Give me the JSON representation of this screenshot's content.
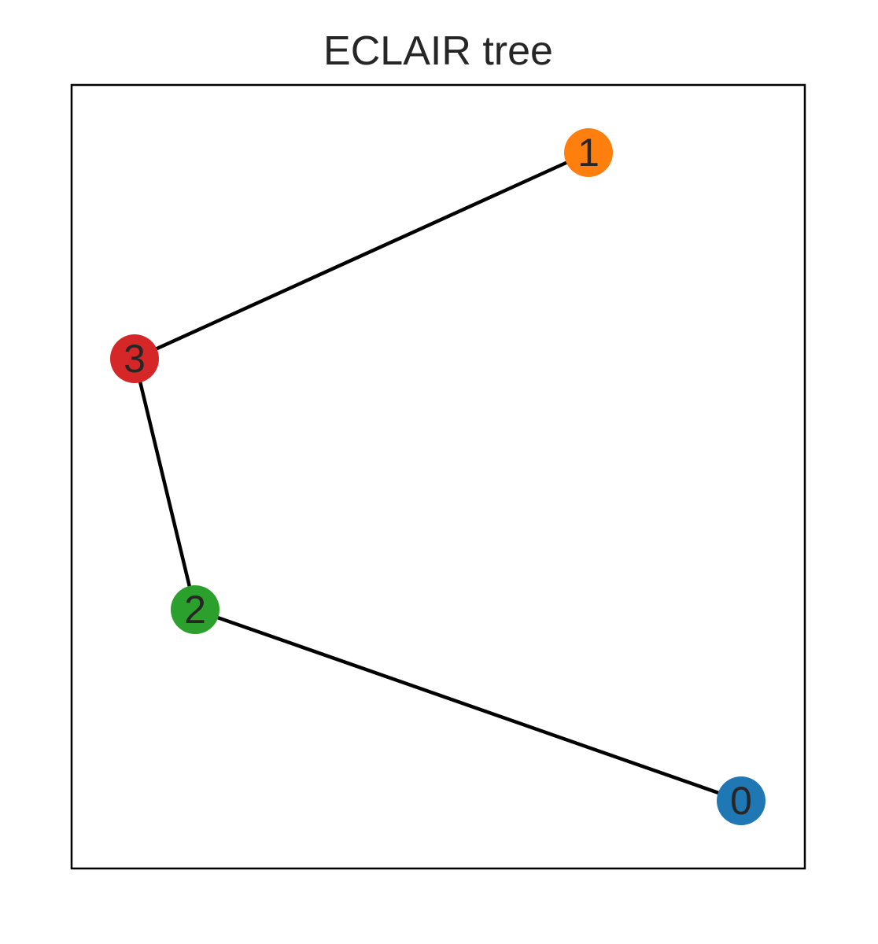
{
  "title": "ECLAIR tree",
  "nodes": [
    {
      "id": "0",
      "label": "0",
      "color": "#1f77b4"
    },
    {
      "id": "1",
      "label": "1",
      "color": "#ff7f0e"
    },
    {
      "id": "2",
      "label": "2",
      "color": "#2ca02c"
    },
    {
      "id": "3",
      "label": "3",
      "color": "#d62728"
    }
  ],
  "edges": [
    {
      "source": "3",
      "target": "1"
    },
    {
      "source": "3",
      "target": "2"
    },
    {
      "source": "2",
      "target": "0"
    }
  ],
  "edge_color": "#000000",
  "frame": {
    "show_ticks": false
  }
}
